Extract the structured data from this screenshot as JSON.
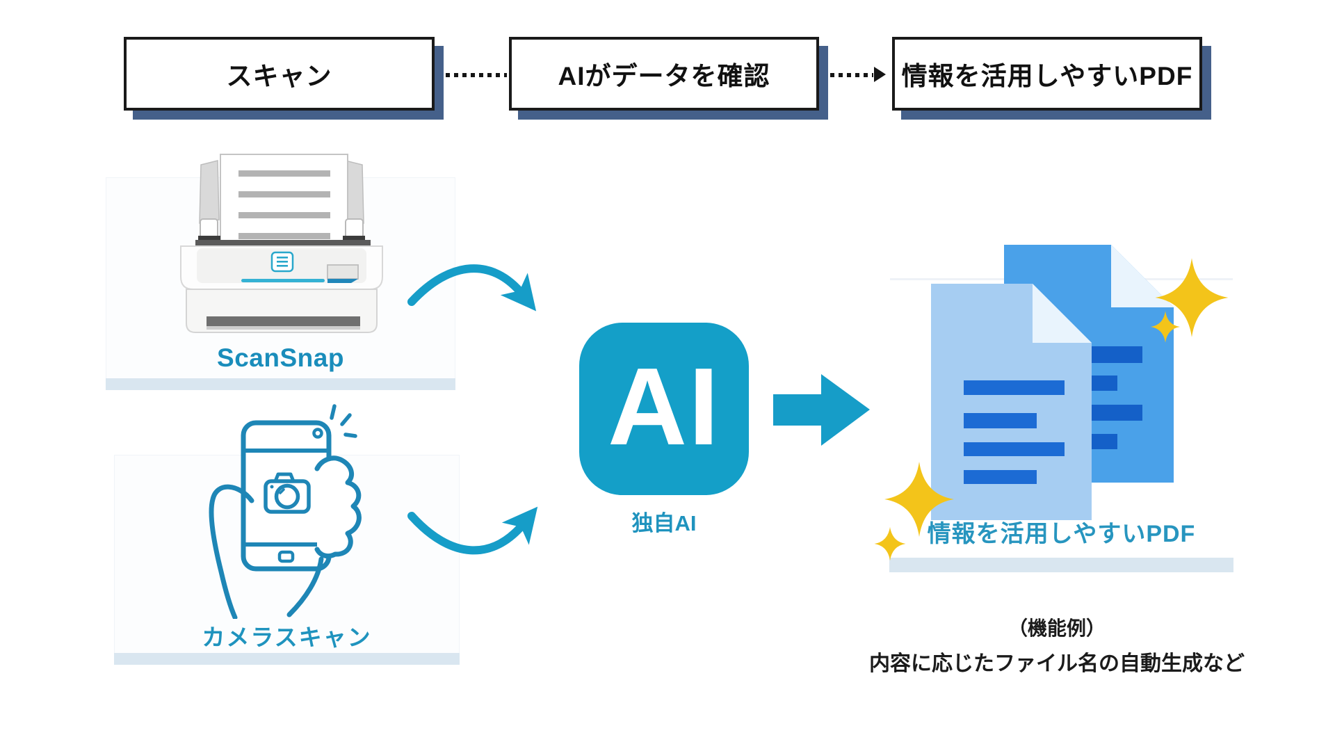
{
  "flow_steps": [
    {
      "label": "スキャン"
    },
    {
      "label": "AIがデータを確認"
    },
    {
      "label": "情報を活用しやすいPDF"
    }
  ],
  "sources": [
    {
      "label": "ScanSnap",
      "icon": "scansnap-scanner-illustration"
    },
    {
      "label": "カメラスキャン",
      "icon": "smartphone-camera-illustration"
    }
  ],
  "ai_core": {
    "badge_text": "AI",
    "label": "独自AI",
    "icon": "ai-app-icon"
  },
  "output": {
    "label": "情報を活用しやすいPDF",
    "icon": "pdf-documents-illustration",
    "notes": [
      "（機能例）",
      "内容に応じたファイル名の自動生成など"
    ]
  },
  "icons": {
    "connector": "dotted-arrow",
    "flow_arrows": "curved-arrow",
    "result_arrow": "block-arrow",
    "sparkles": "sparkle-star"
  },
  "colors": {
    "accent_teal": "#149fc8",
    "label_teal": "#1f93be",
    "box_border": "#1a1a1a",
    "box_shadow_navy": "#45608a",
    "panel_strip_blue": "#d9e6f0",
    "doc_back_blue": "#4aa1e9",
    "doc_front_blue": "#a6cdf2",
    "doc_fold_blue": "#e9f4fd",
    "doc_line_blue": "#1c6bd4",
    "sparkle_gold": "#f3c41a"
  }
}
